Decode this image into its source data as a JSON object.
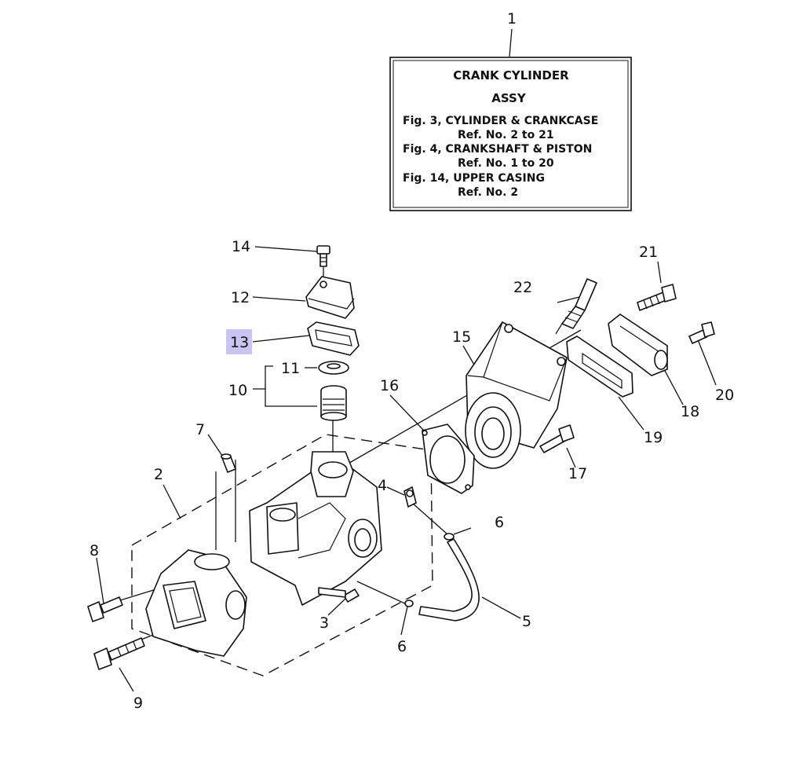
{
  "assy_box": {
    "title": "CRANK  CYLINDER",
    "subtitle": "ASSY",
    "lines": [
      "Fig. 3, CYLINDER & CRANKCASE",
      "Ref. No. 2 to 21",
      "Fig. 4, CRANKSHAFT & PISTON",
      "Ref. No. 1 to 20",
      "Fig. 14, UPPER CASING",
      "Ref. No. 2"
    ]
  },
  "callouts": {
    "c1": "1",
    "c2": "2",
    "c3": "3",
    "c4": "4",
    "c5": "5",
    "c6a": "6",
    "c6b": "6",
    "c7": "7",
    "c8": "8",
    "c9": "9",
    "c10": "10",
    "c11": "11",
    "c12": "12",
    "c13": "13",
    "c14": "14",
    "c15": "15",
    "c16": "16",
    "c17": "17",
    "c18": "18",
    "c19": "19",
    "c20": "20",
    "c21": "21",
    "c22": "22"
  },
  "highlight": {
    "callout": "13",
    "color": "#c9c5f3"
  }
}
